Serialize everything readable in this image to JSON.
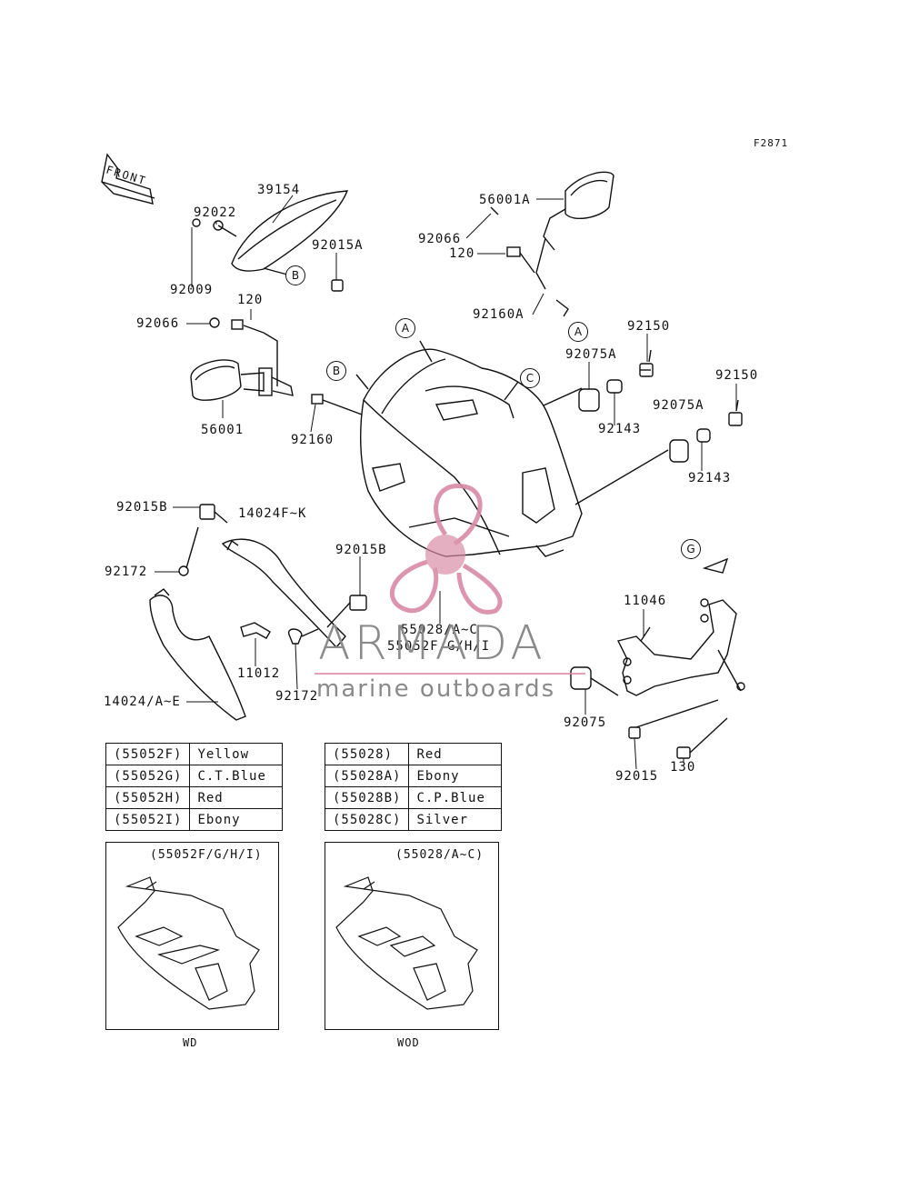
{
  "figure_id": "F2871",
  "front_label": "FRONT",
  "parts": {
    "p39154": "39154",
    "p92022": "92022",
    "p92009": "92009",
    "p92015A": "92015A",
    "p92066_left": "92066",
    "p120_left": "120",
    "p56001": "56001",
    "p92160": "92160",
    "p56001A": "56001A",
    "p92066_right": "92066",
    "p120_right": "120",
    "p92160A": "92160A",
    "p92150_a": "92150",
    "p92075A_a": "92075A",
    "p92143_a": "92143",
    "p92150_b": "92150",
    "p92075A_b": "92075A",
    "p92143_b": "92143",
    "p92015B_left": "92015B",
    "p14024FK": "14024F~K",
    "p92172_left": "92172",
    "p92015B_mid": "92015B",
    "p55028AC": "55028/A~C",
    "p55052FGHI": "55052F/G/H/I",
    "p11012": "11012",
    "p92172_mid": "92172",
    "p14024AE": "14024/A~E",
    "p11046": "11046",
    "p92075": "92075",
    "p92015": "92015",
    "p130": "130"
  },
  "callouts": {
    "A1": "A",
    "A2": "A",
    "B1": "B",
    "B2": "B",
    "C": "C",
    "G": "G"
  },
  "color_table_left": [
    {
      "code": "(55052F)",
      "color": "Yellow"
    },
    {
      "code": "(55052G)",
      "color": "C.T.Blue"
    },
    {
      "code": "(55052H)",
      "color": "Red"
    },
    {
      "code": "(55052I)",
      "color": "Ebony"
    }
  ],
  "color_table_right": [
    {
      "code": "(55028)",
      "color": "Red"
    },
    {
      "code": "(55028A)",
      "color": "Ebony"
    },
    {
      "code": "(55028B)",
      "color": "C.P.Blue"
    },
    {
      "code": "(55028C)",
      "color": "Silver"
    }
  ],
  "inset_left": {
    "title": "(55052F/G/H/I)",
    "caption": "WD"
  },
  "inset_right": {
    "title": "(55028/A~C)",
    "caption": "WOD"
  },
  "watermark": {
    "name": "ARMADA",
    "tagline": "marine outboards",
    "accent_color": "#d98aa6",
    "text_color": "#8a8a8a"
  }
}
